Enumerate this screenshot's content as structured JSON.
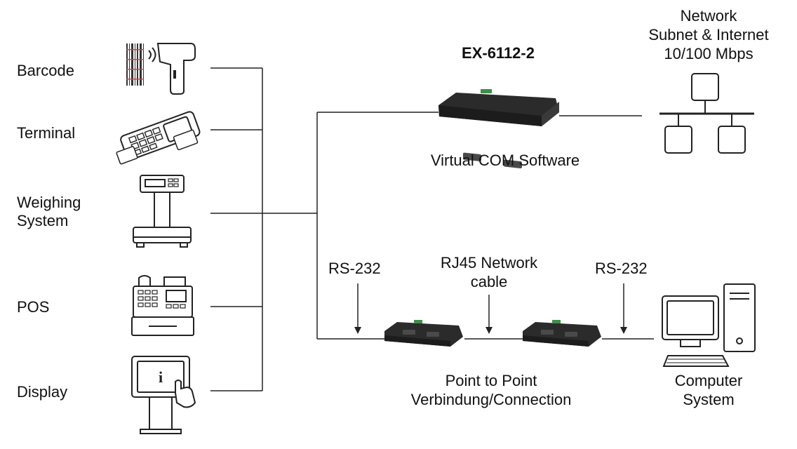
{
  "device_labels": {
    "barcode": "Barcode",
    "terminal": "Terminal",
    "weighing_line1": "Weighing",
    "weighing_line2": "System",
    "pos": "POS",
    "display": "Display"
  },
  "server": {
    "model": "EX-6112-2",
    "software": "Virtual COM Software"
  },
  "network": {
    "line1": "Network",
    "line2": "Subnet & Internet",
    "line3": "10/100 Mbps"
  },
  "p2p": {
    "rs232_left": "RS-232",
    "rs232_right": "RS-232",
    "cable_line1": "RJ45 Network",
    "cable_line2": "cable",
    "caption_line1": "Point to Point",
    "caption_line2": "Verbindung/Connection"
  },
  "computer": {
    "line1": "Computer",
    "line2": "System"
  },
  "colors": {
    "line": "#222222",
    "device_body": "#2b2b2b",
    "port": "#4a4a4a",
    "terminal_block": "#3f8f4a"
  }
}
